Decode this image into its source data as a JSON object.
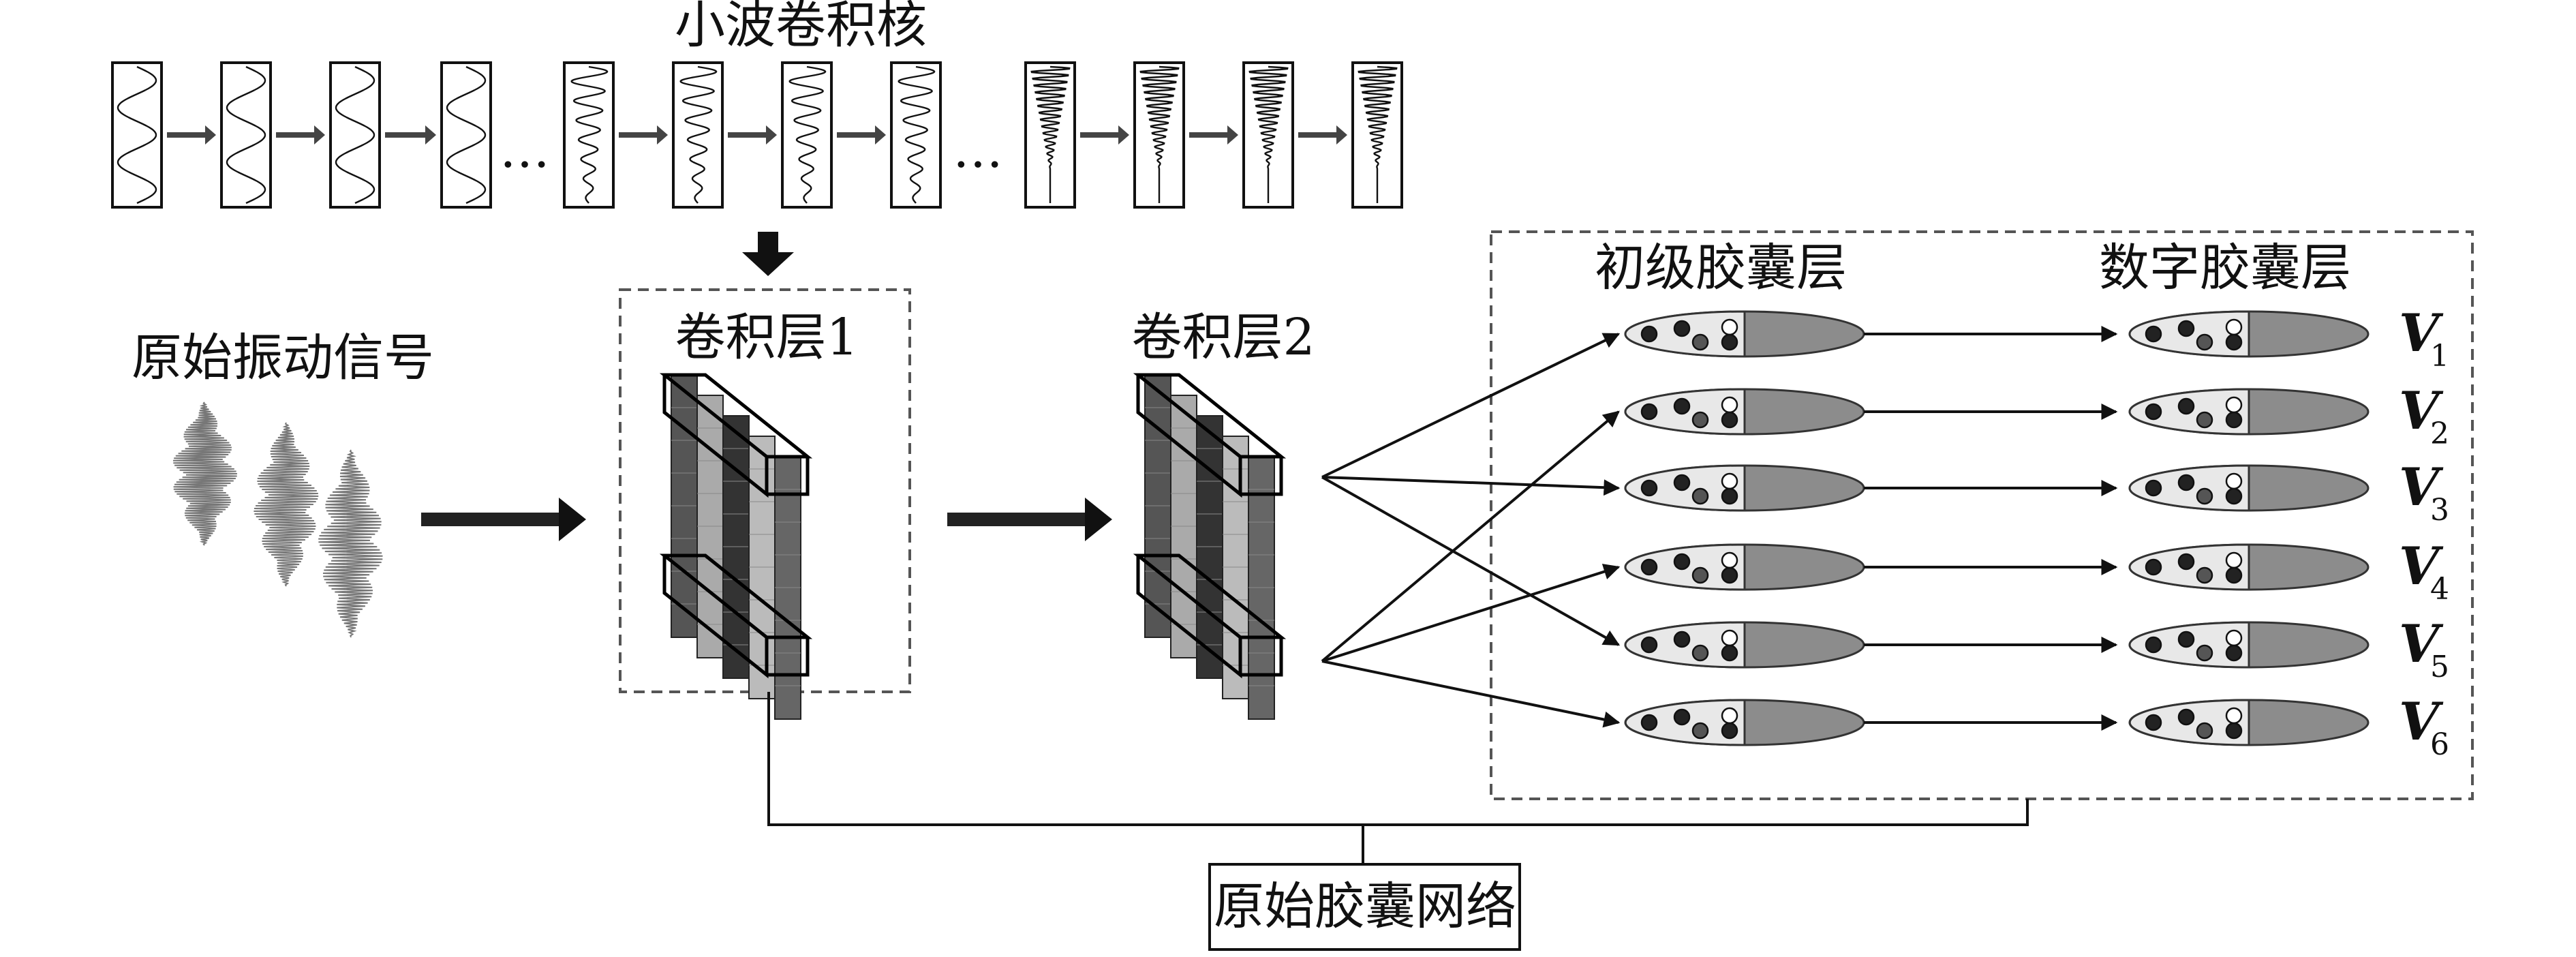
{
  "title": "小波卷积核",
  "input_label": "原始振动信号",
  "conv1_label": "卷积层1",
  "conv2_label": "卷积层2",
  "primary_caps_label": "初级胶囊层",
  "digit_caps_label": "数字胶囊层",
  "bottom_label": "原始胶囊网络",
  "ellipsis": "…",
  "output_vectors": [
    {
      "letter": "V",
      "sub": "1"
    },
    {
      "letter": "V",
      "sub": "2"
    },
    {
      "letter": "V",
      "sub": "3"
    },
    {
      "letter": "V",
      "sub": "4"
    },
    {
      "letter": "V",
      "sub": "5"
    },
    {
      "letter": "V",
      "sub": "6"
    }
  ],
  "colors": {
    "capsule_fill": "#8c8c8c",
    "capsule_light": "#e8e8e8",
    "dashed_border": "#555555",
    "arrow": "#111111"
  }
}
